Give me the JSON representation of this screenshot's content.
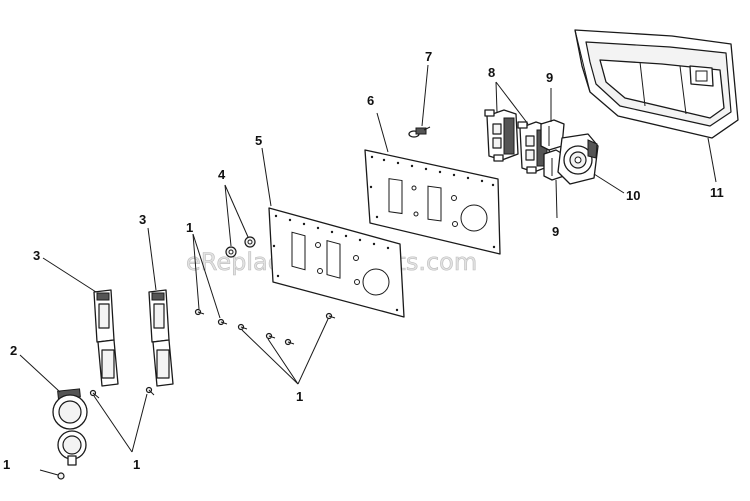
{
  "watermark": "eReplacementParts.com",
  "callouts": [
    {
      "id": "c1a",
      "label": "1"
    },
    {
      "id": "c1b",
      "label": "1"
    },
    {
      "id": "c1c",
      "label": "1"
    },
    {
      "id": "c1d",
      "label": "1"
    },
    {
      "id": "c2",
      "label": "2"
    },
    {
      "id": "c3a",
      "label": "3"
    },
    {
      "id": "c3b",
      "label": "3"
    },
    {
      "id": "c4",
      "label": "4"
    },
    {
      "id": "c5",
      "label": "5"
    },
    {
      "id": "c6",
      "label": "6"
    },
    {
      "id": "c7",
      "label": "7"
    },
    {
      "id": "c8",
      "label": "8"
    },
    {
      "id": "c9a",
      "label": "9"
    },
    {
      "id": "c9b",
      "label": "9"
    },
    {
      "id": "c10",
      "label": "10"
    },
    {
      "id": "c11",
      "label": "11"
    }
  ]
}
